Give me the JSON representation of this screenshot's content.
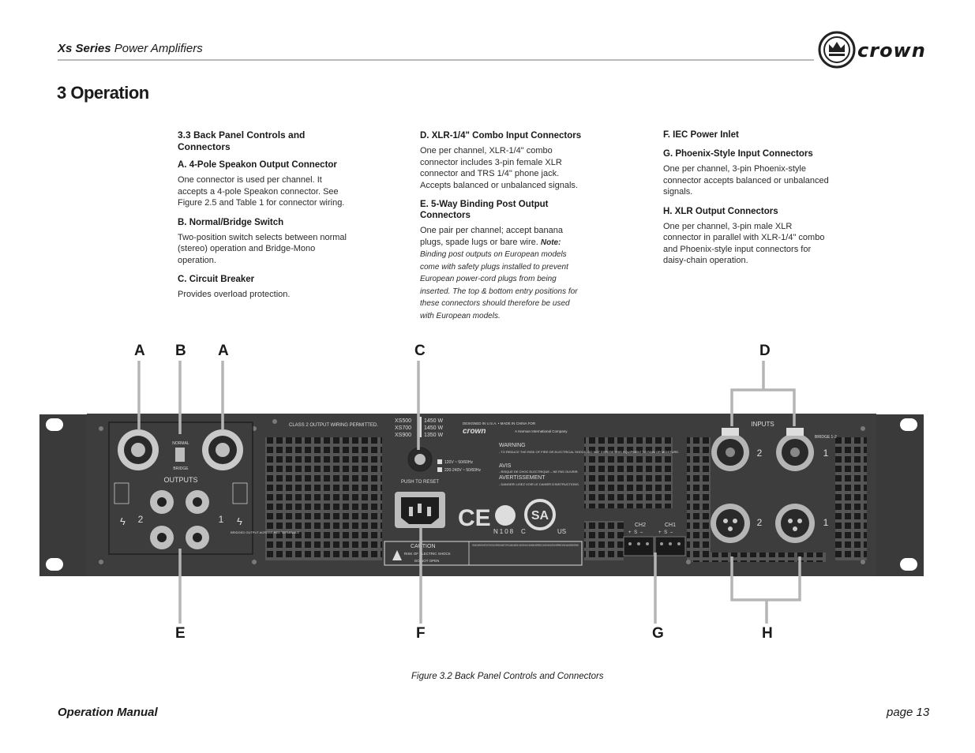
{
  "header": {
    "series_bold": "Xs Series",
    "series_rest": "Power Amplifiers",
    "brand": "crown"
  },
  "section_title": "3 Operation",
  "col1": {
    "heading": "3.3 Back Panel Controls and Connectors",
    "a_title": "A. 4-Pole Speakon Output Connector",
    "a_text": "One connector is used per channel. It accepts a 4-pole Speakon connector. See Figure 2.5 and Table 1 for connector wiring.",
    "b_title": "B. Normal/Bridge Switch",
    "b_text": "Two-position switch selects between normal (stereo) operation and Bridge-Mono operation.",
    "c_title": "C. Circuit Breaker",
    "c_text": "Provides overload protection."
  },
  "col2": {
    "d_title": "D. XLR-1/4\" Combo Input Connectors",
    "d_text": "One per channel, XLR-1/4\" combo connector includes 3-pin female XLR connector and TRS 1/4\" phone jack. Accepts balanced or unbalanced signals.",
    "e_title": "E. 5-Way Binding Post Output Connectors",
    "e_text": "One pair per channel; accept banana plugs, spade lugs or bare wire.",
    "e_note_label": "Note:",
    "e_note": "Binding post outputs on European models come with safety plugs installed to prevent European power-cord plugs from being inserted. The top & bottom entry positions for these connectors should therefore be used with European models."
  },
  "col3": {
    "f_title": "F. IEC Power Inlet",
    "g_title": "G. Phoenix-Style Input Connectors",
    "g_text": "One per channel, 3-pin Phoenix-style connector accepts balanced or unbalanced signals.",
    "h_title": "H. XLR Output Connectors",
    "h_text": "One per channel, 3-pin male XLR connector in parallel with XLR-1/4\" combo and Phoenix-style input connectors for daisy-chain operation."
  },
  "callouts": {
    "a1": "A",
    "b": "B",
    "a2": "A",
    "c": "C",
    "d": "D",
    "e": "E",
    "f": "F",
    "g": "G",
    "h": "H"
  },
  "panel": {
    "class2": "CLASS 2 OUTPUT WIRING PERMITTED.",
    "models": [
      "XS500",
      "XS700",
      "XS900"
    ],
    "watts": [
      "1450 W",
      "1450 W",
      "1350 W"
    ],
    "designed": "DESIGNED IN U.S.A. • MADE IN CHINA FOR",
    "brand": "crown",
    "harman": "A Harman International Company",
    "normal": "NORMAL",
    "bridge": "BRIDGE",
    "outputs": "OUTPUTS",
    "ch2": "2",
    "ch1": "1",
    "bridged_output": "BRIDGED OUTPUT ACROSS RED TERMINALS",
    "push_to_reset": "PUSH TO RESET",
    "voltage1": "120V ~ 50/60Hz",
    "voltage2": "220-240V ~ 50/60Hz",
    "warning": "WARNING",
    "warning_text": "- TO REDUCE THE RISK OF FIRE OR ELECTRICAL SHOCK, DO NOT EXPOSE THIS EQUIPMENT TO RAIN OR MOISTURE.",
    "avis": "AVIS",
    "avis_text": "- RISQUE DE CHOC ELECTRIQUE – NE PAS OUVRIR.",
    "avert": "AVERTISSEMENT",
    "avert_text": "- DANGER! LISEZ VOIR LE CAHIER D'INSTRUCTIONS.",
    "ce": "CE",
    "n108": "N108",
    "c_letter": "C",
    "us": "US",
    "caution": "CAUTION",
    "caution_text1": "RISK OF ELECTRIC SHOCK",
    "caution_text2": "DO NOT OPEN",
    "fcc_text": "THIS DEVICE COMPLIES WITH PART 15 OF THE FCC RULES. OPERATION IS SUBJECT TO THE FOLLOWING CONDITIONS: 1) THIS DEVICE MAY NOT CAUSE HARMFUL INTERFERENCE. 2) THIS DEVICE MUST ACCEPT ANY INTERFERENCE THAT MAY CAUSE UNDESIRED OPERATION.",
    "inputs": "INPUTS",
    "bridge_label": "BRIDGE 1-2",
    "ph_ch2": "CH2",
    "ph_ch1": "CH1",
    "ph_pins": "+ S –",
    "in2": "2",
    "in1": "1",
    "out2": "2",
    "out1": "1"
  },
  "caption": "Figure 3.2 Back Panel Controls and Connectors",
  "footer": {
    "left": "Operation Manual",
    "right": "page 13"
  }
}
